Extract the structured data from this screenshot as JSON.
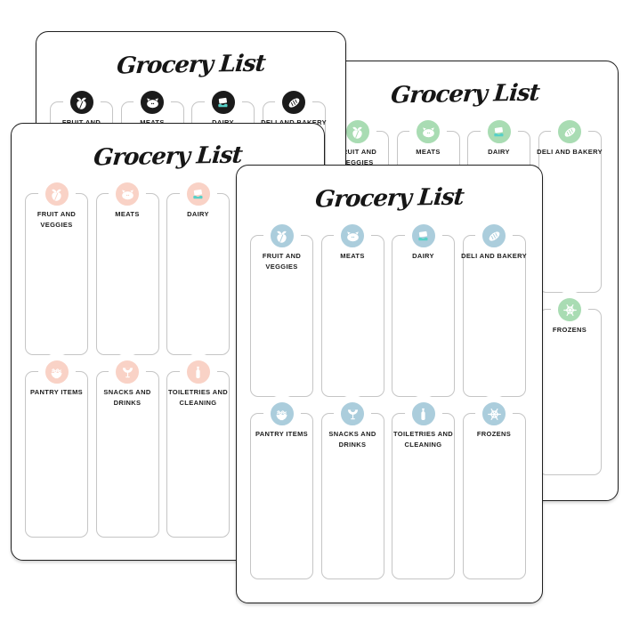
{
  "mockup_name": "Grocery List printable pages",
  "colors": {
    "black_page_icon": "#1b1b1b",
    "green_page_icon": "#a9dcb3",
    "pink_page_icon": "#f9d2c6",
    "blue_page_icon": "#abcddc",
    "dairy_accent_teal": "#57d0c7",
    "page_border": "#1f1f1f",
    "box_border": "#c5c5c5"
  },
  "pages": [
    {
      "id": "green",
      "title": "Grocery List",
      "icon_color": "#a9dcb3"
    },
    {
      "id": "black",
      "title": "Grocery List",
      "icon_color": "#1b1b1b"
    },
    {
      "id": "pink",
      "title": "Grocery List",
      "icon_color": "#f9d2c6"
    },
    {
      "id": "blue",
      "title": "Grocery List",
      "icon_color": "#abcddc"
    }
  ],
  "categories": [
    {
      "label": "FRUIT AND\nVEGGIES",
      "icon": "fruit-and-veggies"
    },
    {
      "label": "MEATS",
      "icon": "meats-pig"
    },
    {
      "label": "DAIRY",
      "icon": "dairy-butter"
    },
    {
      "label": "DELI AND BAKERY",
      "icon": "deli-bread"
    },
    {
      "label": "PANTRY ITEMS",
      "icon": "pantry-bowl"
    },
    {
      "label": "SNACKS AND\nDRINKS",
      "icon": "snacks-drinks-glass"
    },
    {
      "label": "TOILETRIES AND\nCLEANING",
      "icon": "toiletries-bottle"
    },
    {
      "label": "FROZENS",
      "icon": "frozens-snowflake"
    }
  ]
}
